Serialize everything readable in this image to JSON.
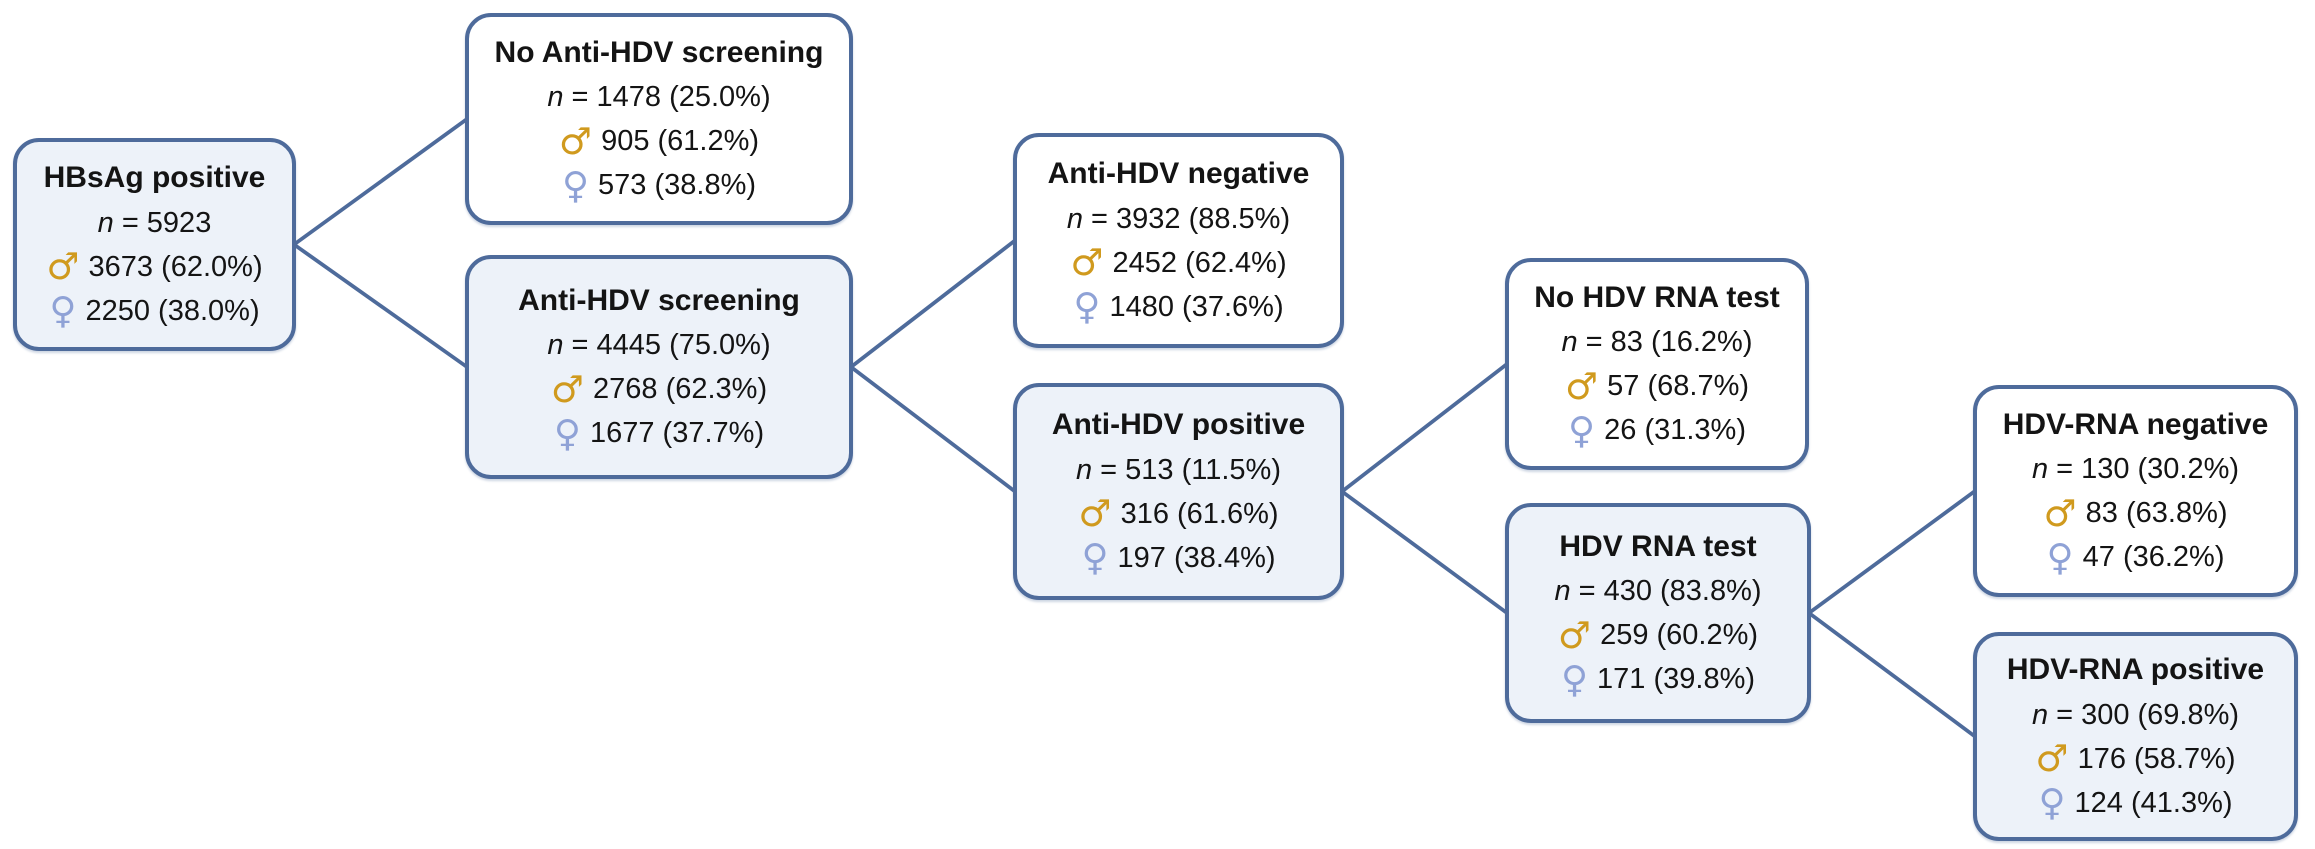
{
  "diagram": {
    "type": "flowchart",
    "description": "HDV screening cascade among HBsAg positive patients",
    "colors": {
      "border": "#4E6B9B",
      "connector": "#4E6B9B",
      "fill_highlight": "#EDF2F9",
      "fill_plain": "#FFFFFF",
      "male": "#D09A1E",
      "female": "#8FA2D6",
      "text": "#141414"
    },
    "symbols": {
      "n_label": "n",
      "male": "♂",
      "female": "♀"
    },
    "nodes": [
      {
        "title": "HBsAg positive",
        "n_text": "= 5923",
        "male": "3673 (62.0%)",
        "female": "2250 (38.0%)",
        "highlighted": true
      },
      {
        "title": "No Anti-HDV screening",
        "n_text": "= 1478 (25.0%)",
        "male": "905 (61.2%)",
        "female": "573 (38.8%)",
        "highlighted": false
      },
      {
        "title": "Anti-HDV screening",
        "n_text": "= 4445 (75.0%)",
        "male": "2768 (62.3%)",
        "female": "1677 (37.7%)",
        "highlighted": true
      },
      {
        "title": "Anti-HDV negative",
        "n_text": "= 3932 (88.5%)",
        "male": "2452 (62.4%)",
        "female": "1480 (37.6%)",
        "highlighted": false
      },
      {
        "title": "Anti-HDV positive",
        "n_text": "= 513 (11.5%)",
        "male": "316 (61.6%)",
        "female": "197 (38.4%)",
        "highlighted": true
      },
      {
        "title": "No HDV RNA test",
        "n_text": "= 83 (16.2%)",
        "male": "57 (68.7%)",
        "female": "26 (31.3%)",
        "highlighted": false
      },
      {
        "title": "HDV RNA test",
        "n_text": "= 430 (83.8%)",
        "male": "259 (60.2%)",
        "female": "171 (39.8%)",
        "highlighted": true
      },
      {
        "title": "HDV-RNA negative",
        "n_text": "= 130 (30.2%)",
        "male": "83 (63.8%)",
        "female": "47 (36.2%)",
        "highlighted": false
      },
      {
        "title": "HDV-RNA positive",
        "n_text": "= 300 (69.8%)",
        "male": "176 (58.7%)",
        "female": "124 (41.3%)",
        "highlighted": true
      }
    ],
    "edges": [
      [
        0,
        1
      ],
      [
        0,
        2
      ],
      [
        2,
        3
      ],
      [
        2,
        4
      ],
      [
        4,
        5
      ],
      [
        4,
        6
      ],
      [
        6,
        7
      ],
      [
        6,
        8
      ]
    ]
  }
}
